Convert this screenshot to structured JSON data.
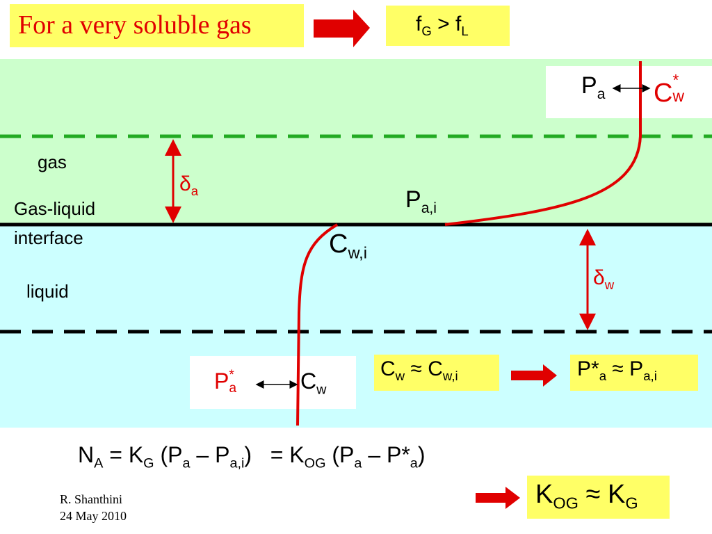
{
  "title": "For a very soluble gas",
  "condition": {
    "f": "f",
    "g_sub": "G",
    "op": " > ",
    "l_sub": "L"
  },
  "phases": {
    "gas": "gas",
    "interface_line1": "Gas-liquid",
    "interface_line2": "interface",
    "liquid": "liquid"
  },
  "labels": {
    "pa": {
      "base": "P",
      "sub": "a"
    },
    "cw_star": {
      "base": "C",
      "sup": "*",
      "sub": "w"
    },
    "delta_a": {
      "base": "δ",
      "sub": "a"
    },
    "delta_w": {
      "base": "δ",
      "sub": "w"
    },
    "pai": {
      "base": "P",
      "sub": "a,i"
    },
    "cwi": {
      "base": "C",
      "sub": "w,i"
    },
    "pa_star": {
      "base": "P",
      "sup": "*",
      "sub": "a"
    },
    "cw": {
      "base": "C",
      "sub": "w"
    }
  },
  "relations": {
    "cw_approx": {
      "a": "C",
      "a_sub": "w",
      "op": " ≈ ",
      "b": "C",
      "b_sub": "w,i"
    },
    "pa_approx": {
      "a": "P*",
      "a_sub": "a",
      "op": " ≈ ",
      "b": "P",
      "b_sub": "a,i"
    },
    "k_approx": {
      "a": "K",
      "a_sub": "OG",
      "op": " ≈ ",
      "b": "K",
      "b_sub": "G"
    }
  },
  "equation": {
    "na": "N",
    "na_sub": "A",
    "eq1": " = K",
    "kg_sub": "G",
    "p1": " (P",
    "pa_sub": "a",
    "minus": " – P",
    "pai_sub": "a,i",
    "close": ")",
    "eq2": "   = K",
    "kog_sub": "OG",
    "p2": " (P",
    "pa2_sub": "a",
    "minus2": " – P*",
    "pa3_sub": "a",
    "close2": ")"
  },
  "footer": {
    "author": "R. Shanthini",
    "date": "24 May 2010"
  },
  "colors": {
    "gas": "#ccffcc",
    "liquid": "#ccffff",
    "highlight": "#ffff66",
    "accent": "#e00000",
    "dash_gas": "#22aa22"
  }
}
